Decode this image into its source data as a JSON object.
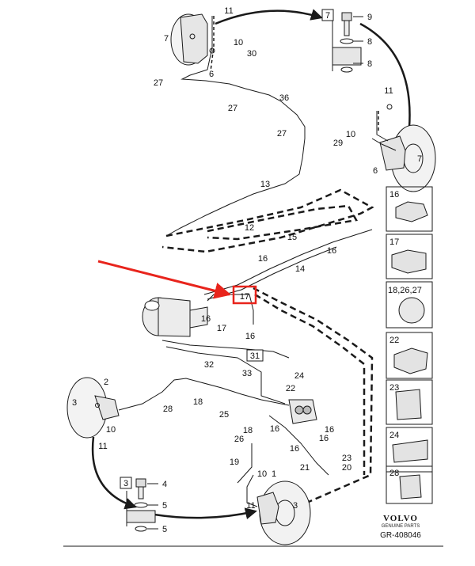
{
  "callouts": {
    "rear_right_top": [
      "11",
      "7",
      "10",
      "30",
      "6",
      "27",
      "27",
      "36",
      "27"
    ],
    "front_right": [
      "11",
      "10",
      "29",
      "7",
      "6"
    ],
    "pipes_mid": [
      "13",
      "12",
      "15",
      "16",
      "14",
      "16"
    ],
    "master_area": [
      "17",
      "16",
      "17",
      "16",
      "31",
      "32",
      "33"
    ],
    "rear_left": [
      "2",
      "3",
      "10",
      "11",
      "28",
      "18",
      "25"
    ],
    "abs_area": [
      "24",
      "22",
      "18",
      "26",
      "16",
      "16",
      "16",
      "16",
      "19",
      "23",
      "20",
      "21"
    ],
    "front_left_bottom": [
      "10",
      "1",
      "11",
      "3"
    ]
  },
  "highlight_label": "17",
  "inset_top": {
    "ref": "7",
    "items": [
      "9",
      "8",
      "8"
    ]
  },
  "inset_bottom": {
    "ref": "3",
    "items": [
      "4",
      "5",
      "5"
    ]
  },
  "box_31": "31",
  "side_panels": [
    "16",
    "17",
    "18,26,27",
    "22",
    "23",
    "24",
    "28"
  ],
  "brand": {
    "name": "VOLVO",
    "sub": "GENUINE PARTS",
    "code": "GR-408046"
  },
  "colors": {
    "arrow": "#e8241c",
    "highlight": "#e8241c",
    "line": "#1a1a1a"
  }
}
